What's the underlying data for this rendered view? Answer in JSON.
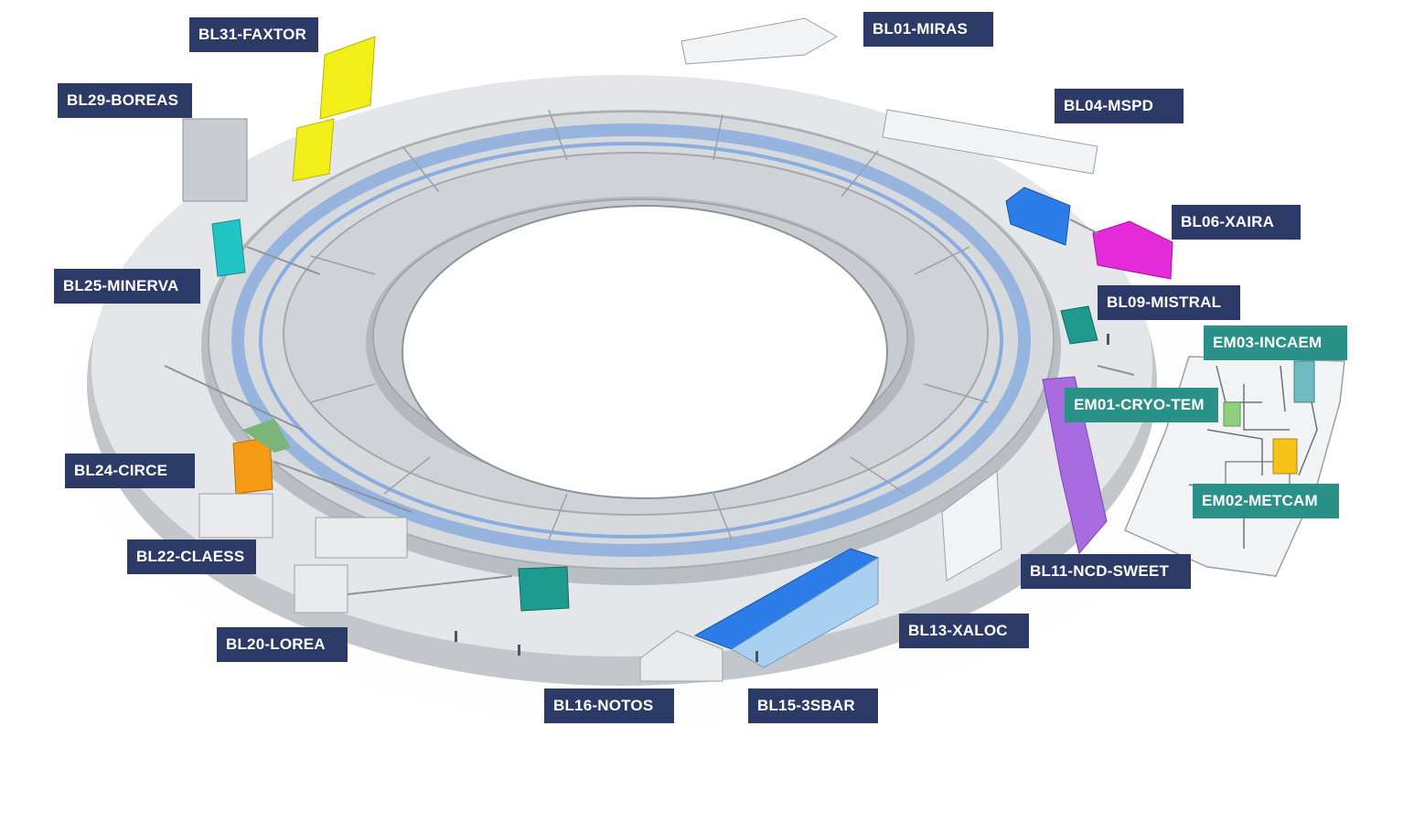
{
  "colors": {
    "beamline_label": "#2b3a66",
    "em_label": "#2a9188",
    "floor": "#e4e6e9",
    "wall": "#bfc4ca",
    "beam": "#4a86e0",
    "hutch_yellow": "#f2ee1a",
    "hutch_cyan": "#22c3c5",
    "hutch_blue": "#2c7de8",
    "hutch_magenta": "#e52bd9",
    "hutch_teal": "#1e9b8e",
    "hutch_purple": "#a86ce0",
    "hutch_orange": "#f59a12",
    "hutch_light_blue": "#a9d0f0",
    "hutch_gold": "#f5c21a",
    "hutch_green": "#8fd07a",
    "hutch_sage": "#7bb57a"
  },
  "labels": {
    "bl31": "BL31-FAXTOR",
    "bl01": "BL01-MIRAS",
    "bl29": "BL29-BOREAS",
    "bl04": "BL04-MSPD",
    "bl06": "BL06-XAIRA",
    "bl25": "BL25-MINERVA",
    "bl09": "BL09-MISTRAL",
    "em03": "EM03-INCAEM",
    "em01": "EM01-CRYO-TEM",
    "bl24": "BL24-CIRCE",
    "em02": "EM02-METCAM",
    "bl22": "BL22-CLAESS",
    "bl11": "BL11-NCD-SWEET",
    "bl13": "BL13-XALOC",
    "bl20": "BL20-LOREA",
    "bl16": "BL16-NOTOS",
    "bl15": "BL15-3SBAR"
  }
}
